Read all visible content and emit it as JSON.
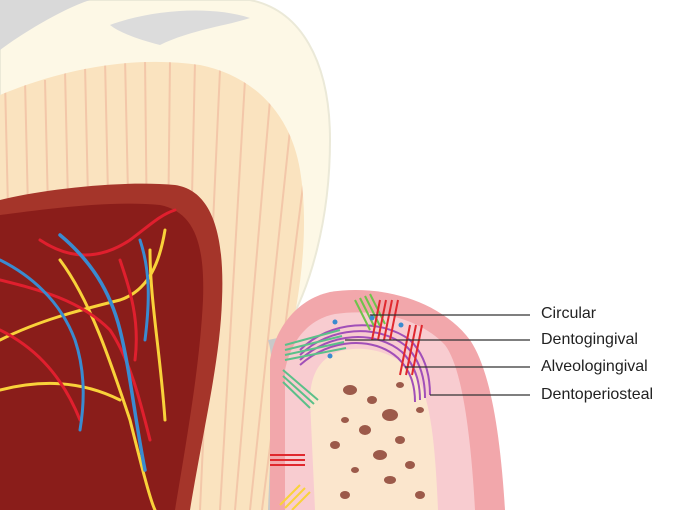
{
  "labels": {
    "circular": "Circular",
    "dentogingival": "Dentogingival",
    "alveologingival": "Alveologingival",
    "dentoperiosteal": "Dentoperiosteal"
  },
  "colors": {
    "enamel": "#fdf8e6",
    "enamel_edge": "#e6e4d2",
    "dentin": "#fae3bf",
    "dentin_stripes": "#f3c7a9",
    "pulp_outer": "#a5352a",
    "pulp_inner": "#8a1d1a",
    "nerves_yellow": "#f9d23a",
    "vessels_red": "#e01f2e",
    "vessels_blue": "#3a8bd0",
    "gingiva": "#f2a7ab",
    "gingiva_light": "#f8ccd0",
    "bone": "#fbe6cd",
    "bone_spots": "#9c5a4a",
    "cementum_gray": "#c9c9c9",
    "fiber_circular": "#6ec34a",
    "fiber_dentogingival": "#5bc089",
    "fiber_alveologingival": "#e0282e",
    "fiber_dentoperiosteal": "#a14fb8",
    "leader_line": "#333333"
  }
}
